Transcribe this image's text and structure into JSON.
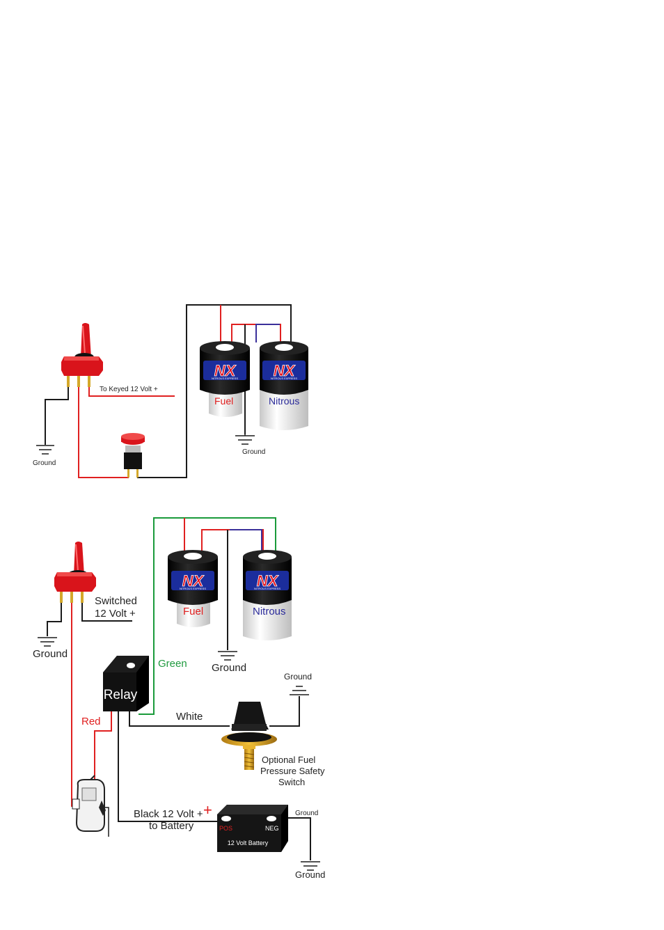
{
  "colors": {
    "wire_black": "#1a1a1a",
    "wire_red": "#e02020",
    "wire_blue": "#3a2f9a",
    "wire_green": "#1a9a3a",
    "switch_red": "#d9141b",
    "label_red": "#e02020",
    "label_blue": "#2b2b9a",
    "label_green": "#1f9a3f",
    "solenoid_black": "#151515",
    "logo_blue": "#1b2d9c",
    "logo_red": "#e3121c"
  },
  "top_diagram": {
    "toggle_label": "To Keyed 12 Volt +",
    "ground_left": "Ground",
    "ground_center": "Ground",
    "fuel_label": "Fuel",
    "nitrous_label": "Nitrous",
    "logo_text": "NX",
    "logo_subtext": "NITROUS EXPRESS",
    "icons": [
      "toggle-switch-icon",
      "push-button-icon",
      "ground-icon",
      "solenoid-icon"
    ]
  },
  "bottom_diagram": {
    "switched_line1": "Switched",
    "switched_line2": "12 Volt +",
    "ground_left": "Ground",
    "ground_center": "Ground",
    "ground_right_top": "Ground",
    "ground_battery_wire": "Ground",
    "ground_bottom_right": "Ground",
    "green_label": "Green",
    "relay_label": "Relay",
    "red_label": "Red",
    "white_label": "White",
    "fuel_label": "Fuel",
    "nitrous_label": "Nitrous",
    "logo_text": "NX",
    "logo_subtext": "NITROUS EXPRESS",
    "pressure_switch_line1": "Optional Fuel",
    "pressure_switch_line2": "Pressure Safety",
    "pressure_switch_line3": "Switch",
    "battery_wire_line1": "Black 12 Volt +",
    "battery_wire_line2": "to Battery",
    "battery_plus": "+",
    "battery_pos": "POS",
    "battery_neg": "NEG",
    "battery_label": "12 Volt Battery",
    "icons": [
      "toggle-switch-icon",
      "relay-icon",
      "microswitch-icon",
      "pressure-switch-icon",
      "battery-icon",
      "ground-icon",
      "solenoid-icon"
    ]
  }
}
